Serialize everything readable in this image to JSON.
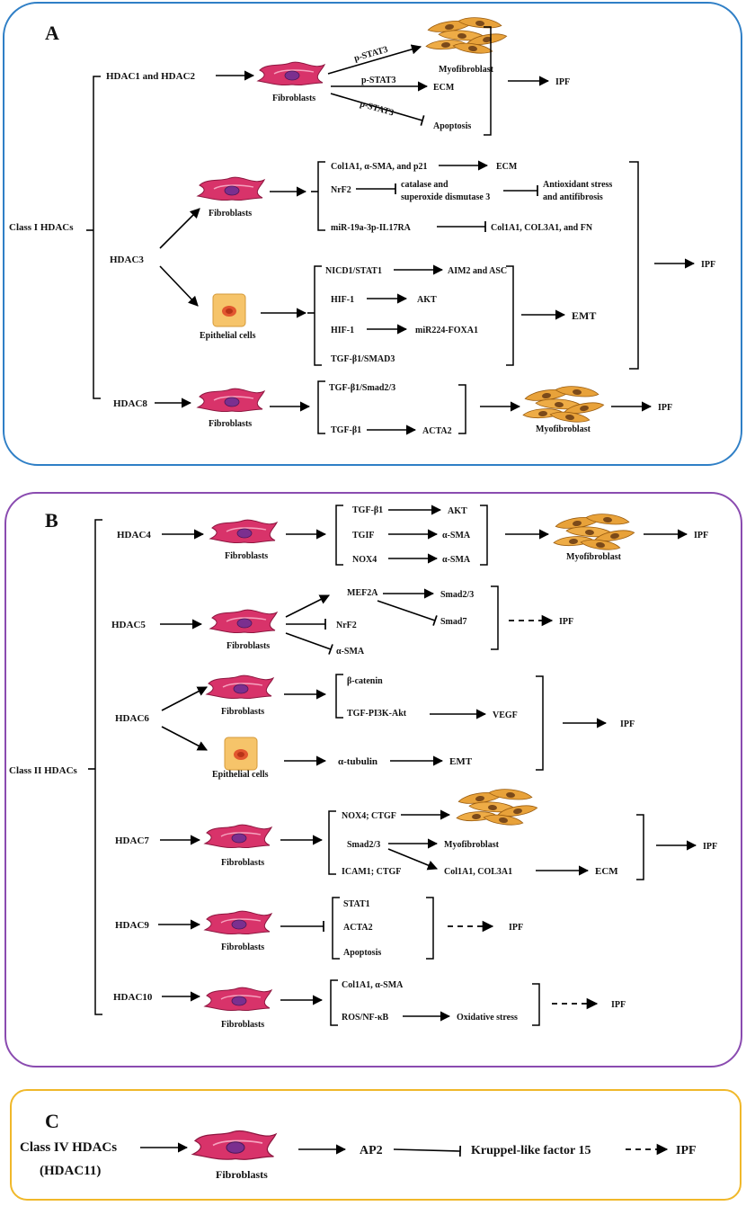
{
  "panel_a": {
    "letter": "A",
    "class_label": "Class I HDACs",
    "hdac12": "HDAC1 and HDAC2",
    "hdac3": "HDAC3",
    "hdac8": "HDAC8",
    "fibroblasts": "Fibroblasts",
    "epithelial": "Epithelial cells",
    "pstat3": "p-STAT3",
    "myofibroblast": "Myofibroblast",
    "ecm": "ECM",
    "apoptosis": "Apoptosis",
    "ipf": "IPF",
    "col_asma_p21": "Col1A1, α-SMA, and p21",
    "nrf2": "NrF2",
    "catalase_1": "catalase and",
    "catalase_2": "superoxide dismutase 3",
    "antiox_1": "Antioxidant stress",
    "antiox_2": "and antifibrosis",
    "mir19": "miR-19a-3p-IL17RA",
    "col_fn": "Col1A1, COL3A1, and FN",
    "nicd1": "NICD1/STAT1",
    "aim2": "AIM2 and ASC",
    "hif1": "HIF-1",
    "akt": "AKT",
    "mir224": "miR224-FOXA1",
    "tgf_smad3": "TGF-β1/SMAD3",
    "emt": "EMT",
    "tgf_smad23": "TGF-β1/Smad2/3",
    "tgf": "TGF-β1",
    "acta2": "ACTA2"
  },
  "panel_b": {
    "letter": "B",
    "class_label": "Class II HDACs",
    "hdac4": "HDAC4",
    "hdac5": "HDAC5",
    "hdac6": "HDAC6",
    "hdac7": "HDAC7",
    "hdac9": "HDAC9",
    "hdac10": "HDAC10",
    "fibroblasts": "Fibroblasts",
    "epithelial": "Epithelial cells",
    "tgf": "TGF-β1",
    "akt": "AKT",
    "tgif": "TGIF",
    "asma": "α-SMA",
    "nox4": "NOX4",
    "myofibroblast": "Myofibroblast",
    "ipf": "IPF",
    "mef2a": "MEF2A",
    "smad23": "Smad2/3",
    "smad7": "Smad7",
    "nrf2": "NrF2",
    "bcatenin": "β-catenin",
    "tgf_pi3k": "TGF-PI3K-Akt",
    "vegf": "VEGF",
    "atubulin": "α-tubulin",
    "emt": "EMT",
    "nox4_ctgf": "NOX4; CTGF",
    "icam1_ctgf": "ICAM1; CTGF",
    "col_col3": "Col1A1, COL3A1",
    "ecm": "ECM",
    "stat1": "STAT1",
    "acta2": "ACTA2",
    "apoptosis": "Apoptosis",
    "col_asma": "Col1A1, α-SMA",
    "ros_nfkb": "ROS/NF-κB",
    "oxidative": "Oxidative stress"
  },
  "panel_c": {
    "letter": "C",
    "class_label_1": "Class IV HDACs",
    "class_label_2": "(HDAC11)",
    "fibroblasts": "Fibroblasts",
    "ap2": "AP2",
    "klf15": "Kruppel-like factor 15",
    "ipf": "IPF"
  },
  "colors": {
    "panel_a_border": "#2f7fc6",
    "panel_b_border": "#8a4bb0",
    "panel_c_border": "#f0b82a",
    "fibroblast_fill": "#d8336a",
    "fibroblast_nucleus": "#7b2f8f",
    "myofibroblast_fill": "#e8a23a",
    "epithelial_fill": "#f6c46a"
  },
  "icons": {
    "fibroblast": "fibroblast-cell-icon",
    "myofibroblast": "myofibroblast-cluster-icon",
    "epithelial": "epithelial-cell-icon"
  }
}
